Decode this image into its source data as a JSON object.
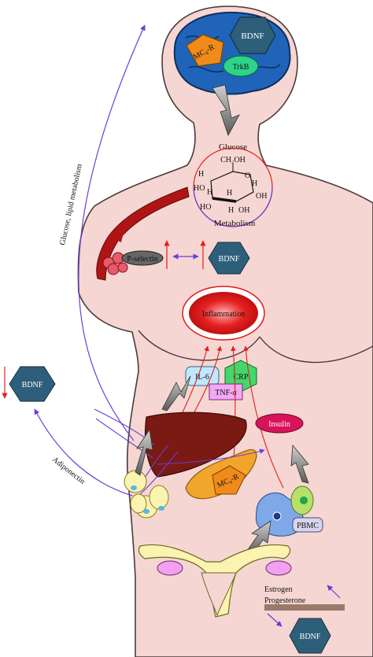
{
  "labels": {
    "bdnf_brain": "BDNF",
    "mc4r_brain": "MC₄-R",
    "trkb": "TrkB",
    "glucose": "Glucose",
    "ch2oh": "CH₂OH",
    "metabolism": "Metabolism",
    "p_selectin": "P-selectin",
    "bdnf_chest": "BDNF",
    "inflammation": "Inflammation",
    "il6": "IL-6",
    "crp": "CRP",
    "tnf": "TNF-α",
    "insulin": "Insulin",
    "mc4r_liver": "MC₄-R",
    "pbmc": "PBMC",
    "bdnf_left": "BDNF",
    "adiponectin": "Adiponectin",
    "glucose_lipid": "Glucose, lipid metabolism",
    "estrogen": "Estrogen",
    "progesterone": "Progesterone",
    "bdnf_bottom": "BDNF",
    "ring_h": "H",
    "ring_o": "O",
    "ring_ho": "HO",
    "ring_oh": "OH"
  },
  "colors": {
    "skin": "#f6d6d2",
    "skin_outline": "#4a3a3a",
    "brain": "#1f64b8",
    "bdnf_hex": "#2e5f7a",
    "mc4r": "#f08a1a",
    "trkb": "#2ed48a",
    "liver": "#7a1a12",
    "pancreas": "#f2a52b",
    "artery": "#b01515",
    "inflammation": "#e11a1a",
    "insulin": "#d8135a",
    "arrow_purple": "#6a3fd6",
    "arrow_red": "#e02020",
    "il6": "#bfe8ff",
    "crp": "#44d86a",
    "tnf": "#f2a8f2",
    "ovary": "#f2a0f2",
    "uterus": "#fbf3b0",
    "pbmc": "#7fa8e8",
    "bar": "#9b7a6a"
  },
  "icons": [
    "bdnf-hexagon",
    "gray-up-arrow",
    "red-up-arrow",
    "red-down-arrow",
    "purple-arrow",
    "double-arrow"
  ]
}
